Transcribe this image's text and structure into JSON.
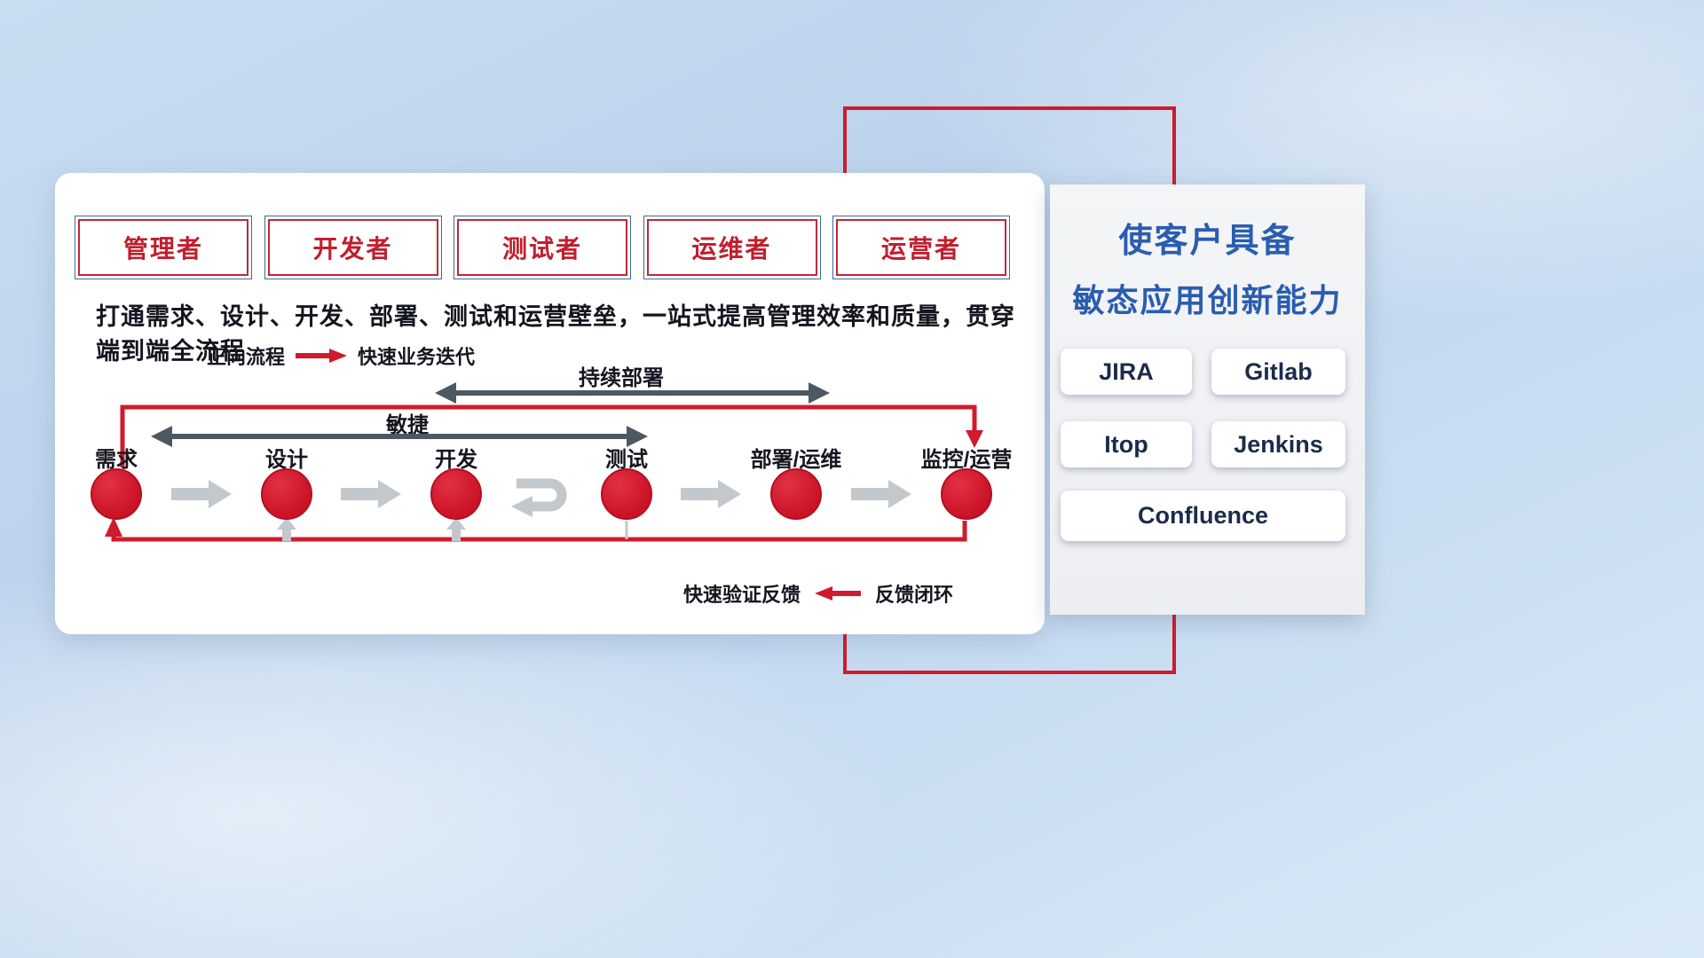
{
  "roles": [
    {
      "label": "管理者"
    },
    {
      "label": "开发者"
    },
    {
      "label": "测试者"
    },
    {
      "label": "运维者"
    },
    {
      "label": "运营者"
    }
  ],
  "description": "打通需求、设计、开发、部署、测试和运营壁垒，一站式提高管理效率和质量，贯穿端到端全流程",
  "legend_forward": {
    "label": "正向流程",
    "value": "快速业务迭代"
  },
  "span_arrows": {
    "continuous_deploy": "持续部署",
    "agile": "敏捷"
  },
  "flow": {
    "nodes": [
      {
        "label": "需求"
      },
      {
        "label": "设计"
      },
      {
        "label": "开发"
      },
      {
        "label": "测试"
      },
      {
        "label": "部署/运维"
      },
      {
        "label": "监控/运营"
      }
    ]
  },
  "legend_feedback": {
    "label": "快速验证反馈",
    "value": "反馈闭环"
  },
  "panel": {
    "title_line1": "使客户具备",
    "title_line2": "敏态应用创新能力",
    "tools": [
      {
        "label": "JIRA"
      },
      {
        "label": "Gitlab"
      },
      {
        "label": "Itop"
      },
      {
        "label": "Jenkins"
      },
      {
        "label": "Confluence"
      }
    ]
  },
  "colors": {
    "accent_red": "#cf1b2c",
    "title_blue": "#2a5db0",
    "span_arrow_gray": "#4e5864",
    "flow_arrow_gray": "#c3c8cd"
  }
}
